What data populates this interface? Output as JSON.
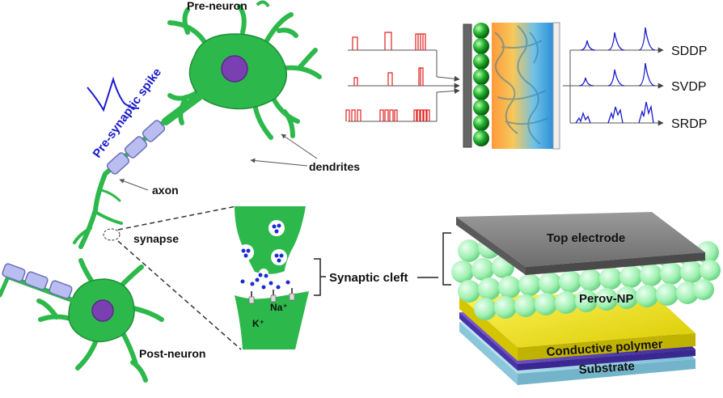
{
  "labels": {
    "pre_neuron": "Pre-neuron",
    "post_neuron": "Post-neuron",
    "pre_synaptic_spike": "Pre-synaptic spike",
    "axon": "axon",
    "synapse": "synapse",
    "dendrites": "dendrites",
    "synaptic_cleft": "Synaptic cleft",
    "k_ion": "K⁺",
    "na_ion": "Na⁺"
  },
  "plasticity_outputs": [
    "SDDP",
    "SVDP",
    "SRDP"
  ],
  "device_layers": {
    "top_electrode": "Top electrode",
    "perov_np": "Perov-NP",
    "conductive_polymer": "Conductive polymer",
    "substrate": "Substrate"
  },
  "colors": {
    "neuron": "#2db84b",
    "neuron_dark": "#1e8e36",
    "nucleus": "#7a3fb0",
    "myelin": "#b9bdf0",
    "spike_blue": "#1a1acc",
    "pulse_red": "#e02020",
    "electrode_gray": "#8a8a8a",
    "perov_green": "#b8f5c4",
    "polymer_yellow": "#f2e600",
    "polymer_purple": "#5b3fb8",
    "substrate_blue": "#9fd3e6"
  }
}
